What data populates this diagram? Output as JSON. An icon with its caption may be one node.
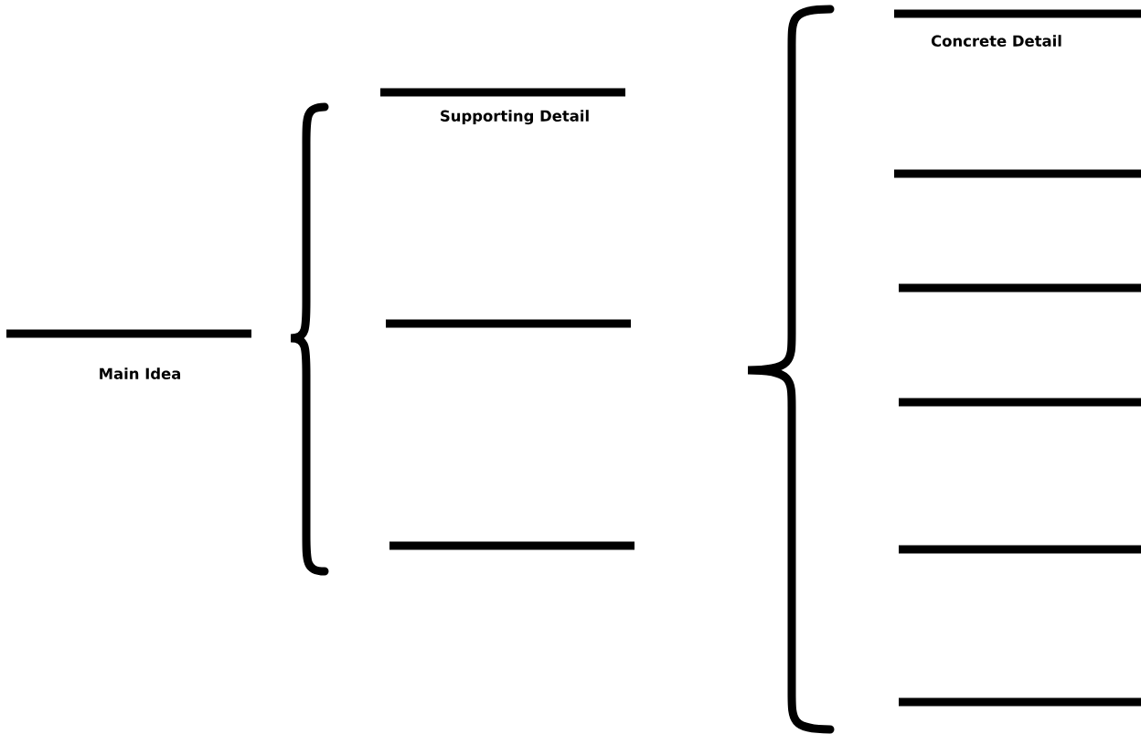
{
  "diagram": {
    "nodes": [
      {
        "text": [
          "Main Idea"
        ]
      },
      {
        "text": [
          "Supporting Detail"
        ]
      },
      {
        "text": [],
        "shape": "bar"
      },
      {
        "text": [],
        "shape": "bar"
      },
      {
        "text": [
          "Concrete Detail"
        ]
      },
      {
        "text": [],
        "shape": "bar"
      },
      {
        "text": [],
        "shape": "bar"
      },
      {
        "text": [],
        "shape": "bar"
      },
      {
        "text": [],
        "shape": "bar"
      },
      {
        "text": [],
        "shape": "bar"
      }
    ]
  }
}
